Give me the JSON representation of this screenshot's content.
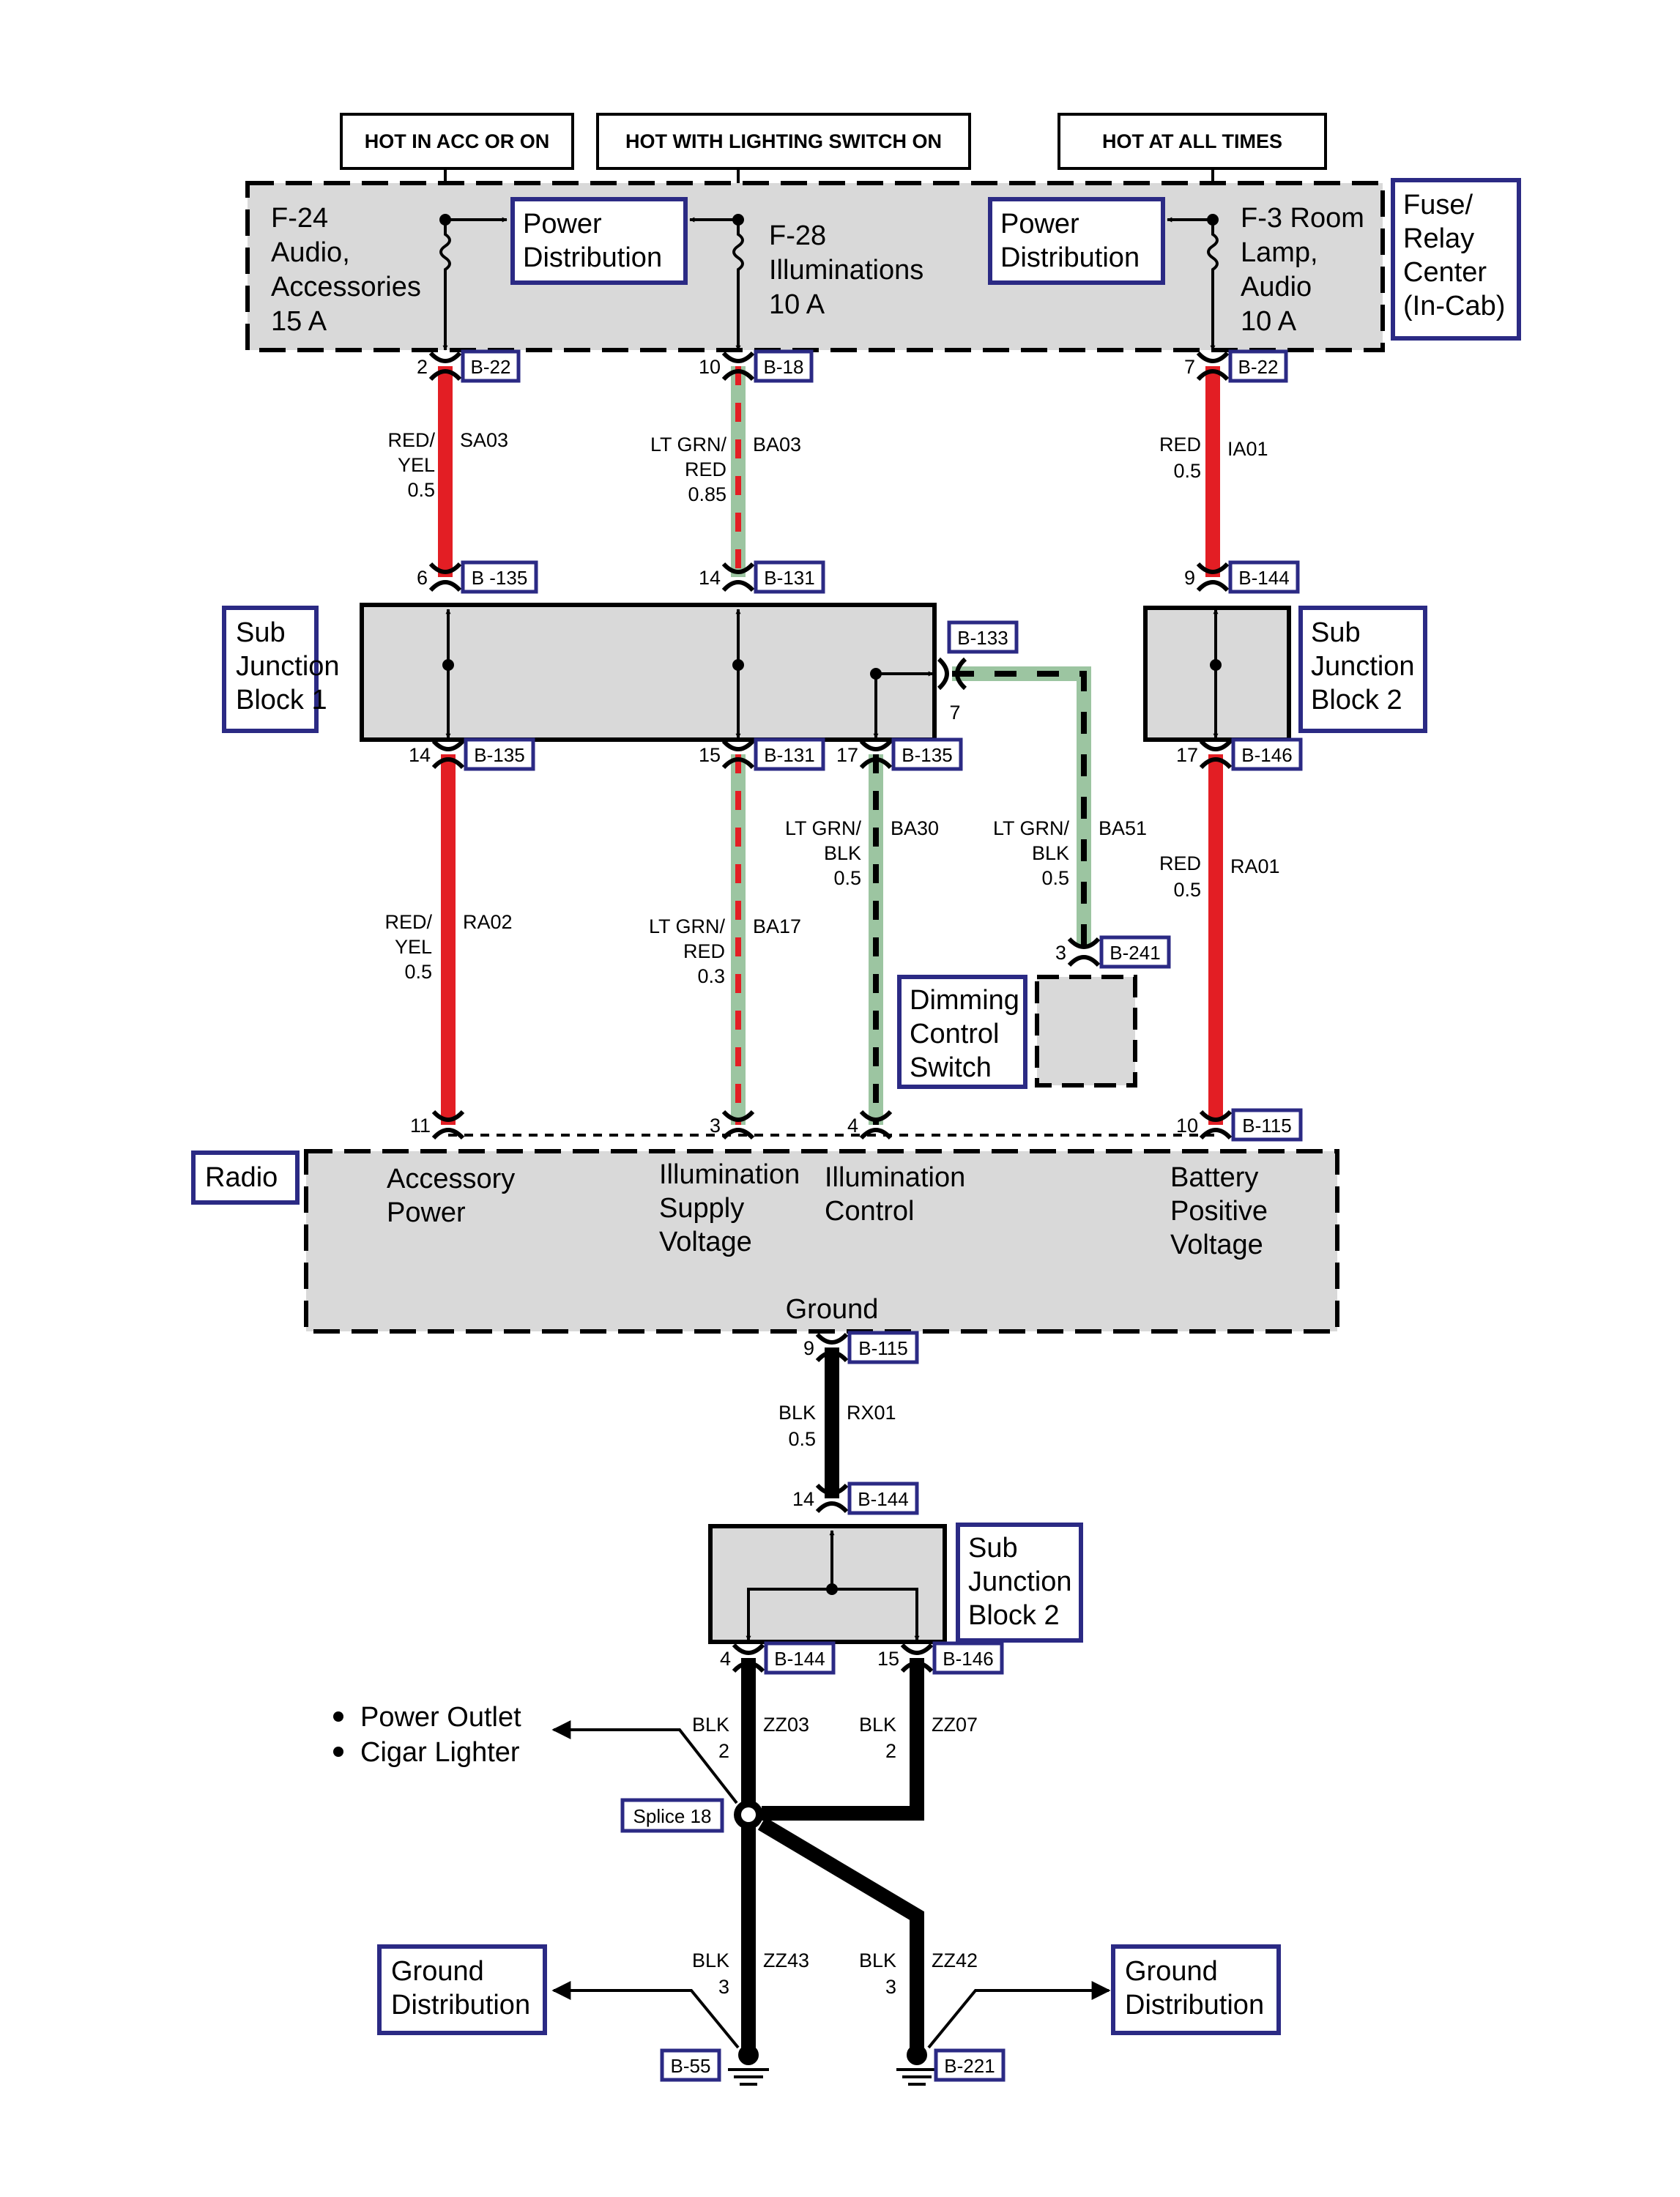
{
  "headers": {
    "acc": "HOT IN ACC OR ON",
    "lighting": "HOT WITH LIGHTING SWITCH ON",
    "always": "HOT AT ALL TIMES"
  },
  "fuse_center": {
    "label": [
      "Fuse/",
      "Relay",
      "Center",
      "(In-Cab)"
    ],
    "fuse_f24": [
      "F-24",
      "Audio,",
      "Accessories",
      "15 A"
    ],
    "fuse_f28": [
      "F-28",
      "Illuminations",
      "10 A"
    ],
    "fuse_f3": [
      "F-3 Room",
      "Lamp,",
      "Audio",
      "10 A"
    ],
    "power_dist_1": [
      "Power",
      "Distribution"
    ],
    "power_dist_2": [
      "Power",
      "Distribution"
    ]
  },
  "sub_junction_1": [
    "Sub",
    "Junction",
    "Block 1"
  ],
  "sub_junction_2": [
    "Sub",
    "Junction",
    "Block 2"
  ],
  "sub_junction_2_lower": [
    "Sub",
    "Junction",
    "Block 2"
  ],
  "dimming_switch": [
    "Dimming",
    "Control",
    "Switch"
  ],
  "radio": {
    "label": "Radio",
    "accessory_power": [
      "Accessory",
      "Power"
    ],
    "illum_supply": [
      "Illumination",
      "Supply",
      "Voltage"
    ],
    "illum_control": [
      "Illumination",
      "Control"
    ],
    "battery": [
      "Battery",
      "Positive",
      "Voltage"
    ],
    "ground": "Ground"
  },
  "wires": {
    "sa03": {
      "color": [
        "RED/",
        "YEL",
        "0.5"
      ],
      "circuit": "SA03"
    },
    "ba03": {
      "color": [
        "LT GRN/",
        "RED",
        "0.85"
      ],
      "circuit": "BA03"
    },
    "ia01": {
      "color": [
        "RED",
        "0.5"
      ],
      "circuit": "IA01"
    },
    "ra02": {
      "color": [
        "RED/",
        "YEL",
        "0.5"
      ],
      "circuit": "RA02"
    },
    "ba17": {
      "color": [
        "LT GRN/",
        "RED",
        "0.3"
      ],
      "circuit": "BA17"
    },
    "ba30": {
      "color": [
        "LT GRN/",
        "BLK",
        "0.5"
      ],
      "circuit": "BA30"
    },
    "ba51": {
      "color": [
        "LT GRN/",
        "BLK",
        "0.5"
      ],
      "circuit": "BA51"
    },
    "ra01": {
      "color": [
        "RED",
        "0.5"
      ],
      "circuit": "RA01"
    },
    "rx01": {
      "color": [
        "BLK",
        "0.5"
      ],
      "circuit": "RX01"
    },
    "zz03": {
      "color": [
        "BLK",
        "2"
      ],
      "circuit": "ZZ03"
    },
    "zz07": {
      "color": [
        "BLK",
        "2"
      ],
      "circuit": "ZZ07"
    },
    "zz43": {
      "color": [
        "BLK",
        "3"
      ],
      "circuit": "ZZ43"
    },
    "zz42": {
      "color": [
        "BLK",
        "3"
      ],
      "circuit": "ZZ42"
    }
  },
  "connectors": {
    "c1": {
      "pin": "2",
      "id": "B-22"
    },
    "c2": {
      "pin": "10",
      "id": "B-18"
    },
    "c3": {
      "pin": "7",
      "id": "B-22"
    },
    "c4": {
      "pin": "6",
      "id": "B -135"
    },
    "c5": {
      "pin": "14",
      "id": "B-131"
    },
    "c6": {
      "pin": "9",
      "id": "B-144"
    },
    "c7": {
      "pin": "7",
      "id": "B-133"
    },
    "c8": {
      "pin": "14",
      "id": "B-135"
    },
    "c9": {
      "pin": "15",
      "id": "B-131"
    },
    "c10": {
      "pin": "17",
      "id": "B-135"
    },
    "c11": {
      "pin": "17",
      "id": "B-146"
    },
    "c12": {
      "pin": "3",
      "id": "B-241"
    },
    "c13": {
      "pin": "10",
      "id": "B-115"
    },
    "c14": {
      "pin": "9",
      "id": "B-115"
    },
    "c15": {
      "pin": "14",
      "id": "B-144"
    },
    "c16": {
      "pin": "4",
      "id": "B-144"
    },
    "c17": {
      "pin": "15",
      "id": "B-146"
    }
  },
  "radio_pins": {
    "p11": "11",
    "p3": "3",
    "p4": "4"
  },
  "splice": "Splice 18",
  "outlets": [
    "Power Outlet",
    "Cigar Lighter"
  ],
  "ground_dist_left": [
    "Ground",
    "Distribution"
  ],
  "ground_dist_right": [
    "Ground",
    "Distribution"
  ],
  "grounds": {
    "g1": "B-55",
    "g2": "B-221"
  },
  "colors": {
    "red": "#e31e24",
    "green": "#9cc5a1",
    "black": "#000000",
    "box_fill": "#d9d9d9",
    "label_border": "#2b2a84"
  }
}
